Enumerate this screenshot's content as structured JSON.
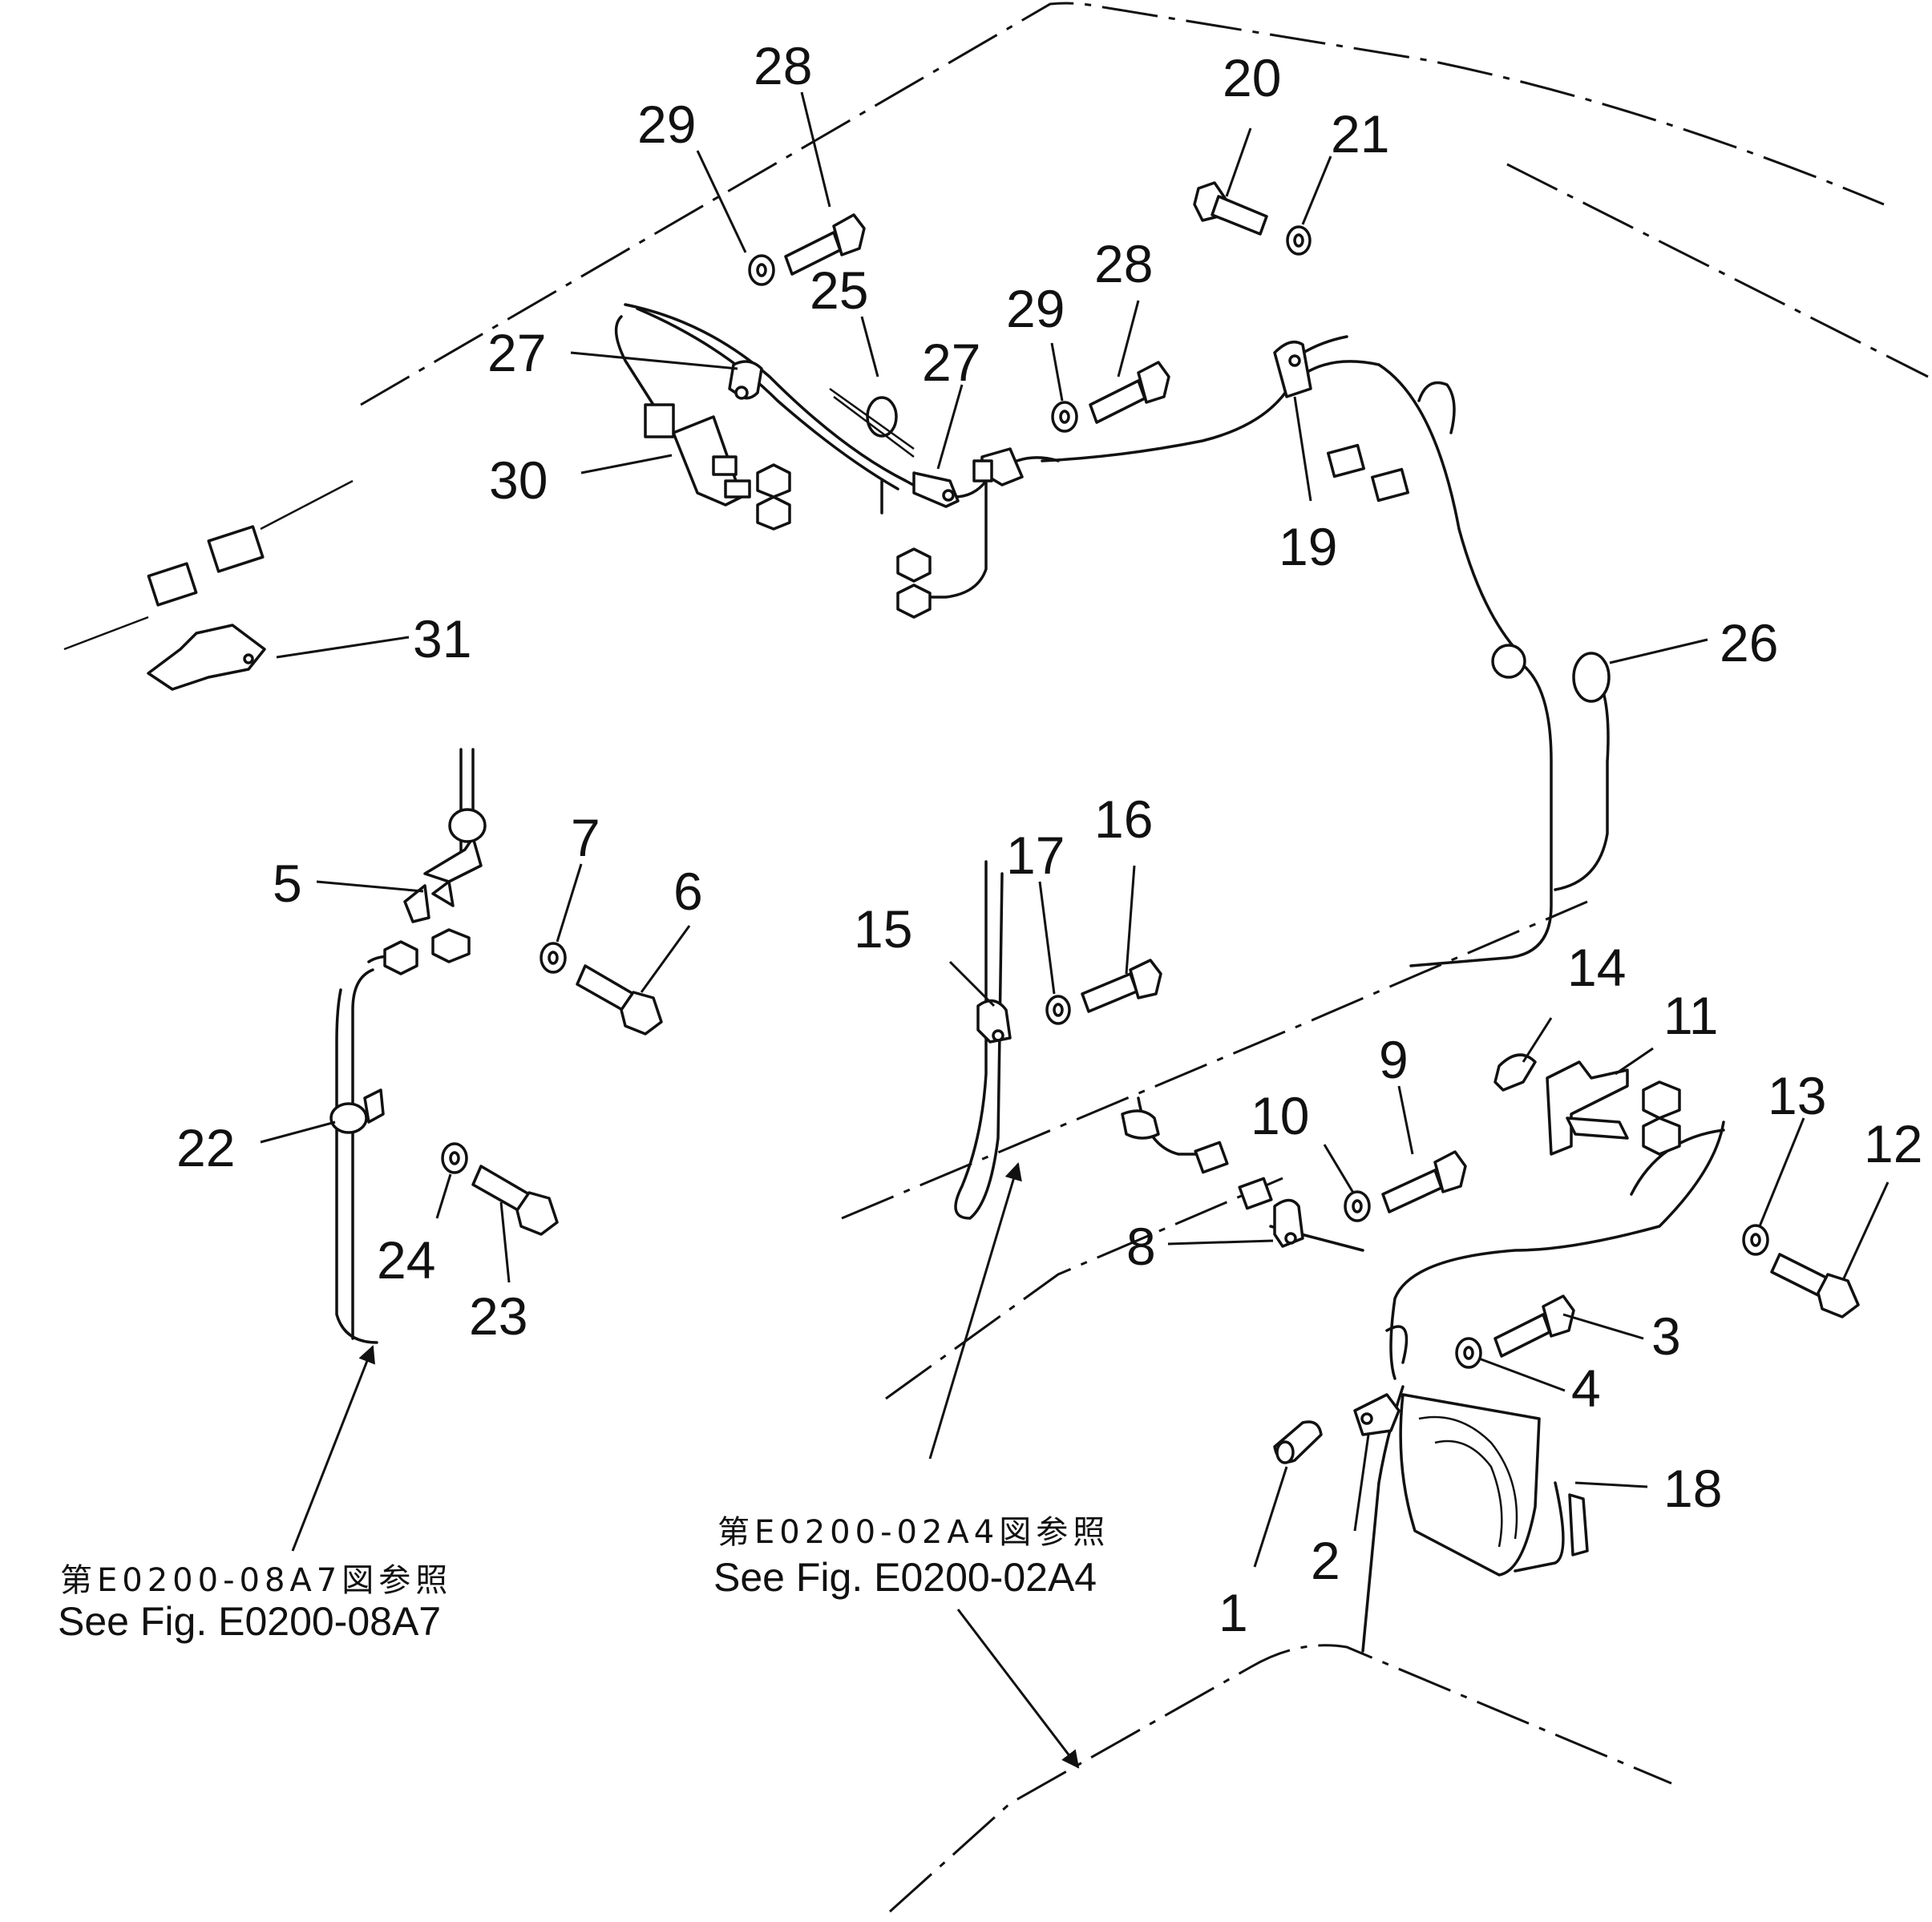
{
  "callouts": [
    "1",
    "2",
    "3",
    "4",
    "5",
    "6",
    "7",
    "8",
    "9",
    "10",
    "11",
    "12",
    "13",
    "14",
    "15",
    "16",
    "17",
    "18",
    "19",
    "20",
    "21",
    "22",
    "23",
    "24",
    "25",
    "26",
    "27",
    "28",
    "29",
    "30",
    "31"
  ],
  "references": {
    "left": {
      "ja": "第E0200-08A7図参照",
      "en": "See Fig. E0200-08A7"
    },
    "middle": {
      "ja": "第E0200-02A4図参照",
      "en": "See Fig. E0200-02A4"
    }
  }
}
